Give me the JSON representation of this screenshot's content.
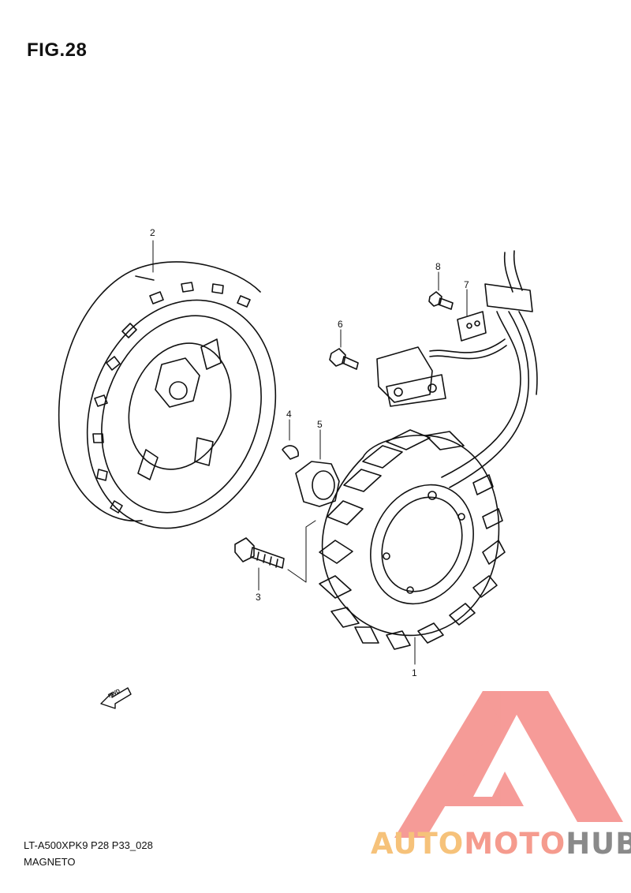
{
  "header": {
    "figure_label": "FIG.28"
  },
  "callouts": {
    "c1": "1",
    "c2": "2",
    "c3": "3",
    "c4": "4",
    "c5": "5",
    "c6": "6",
    "c7": "7",
    "c8": "8"
  },
  "fwd_arrow": {
    "label": "FWD"
  },
  "footer": {
    "model_code": "LT-A500XPK9 P28 P33_028",
    "section_name": "MAGNETO"
  },
  "watermark": {
    "part1": "AUTO",
    "part2": "MOTO",
    "part3": "HUB",
    "colors": {
      "auto": "#f6c27a",
      "moto": "#f59b8e",
      "hub": "#8a8a8a",
      "triangle": "#f48a86"
    }
  }
}
